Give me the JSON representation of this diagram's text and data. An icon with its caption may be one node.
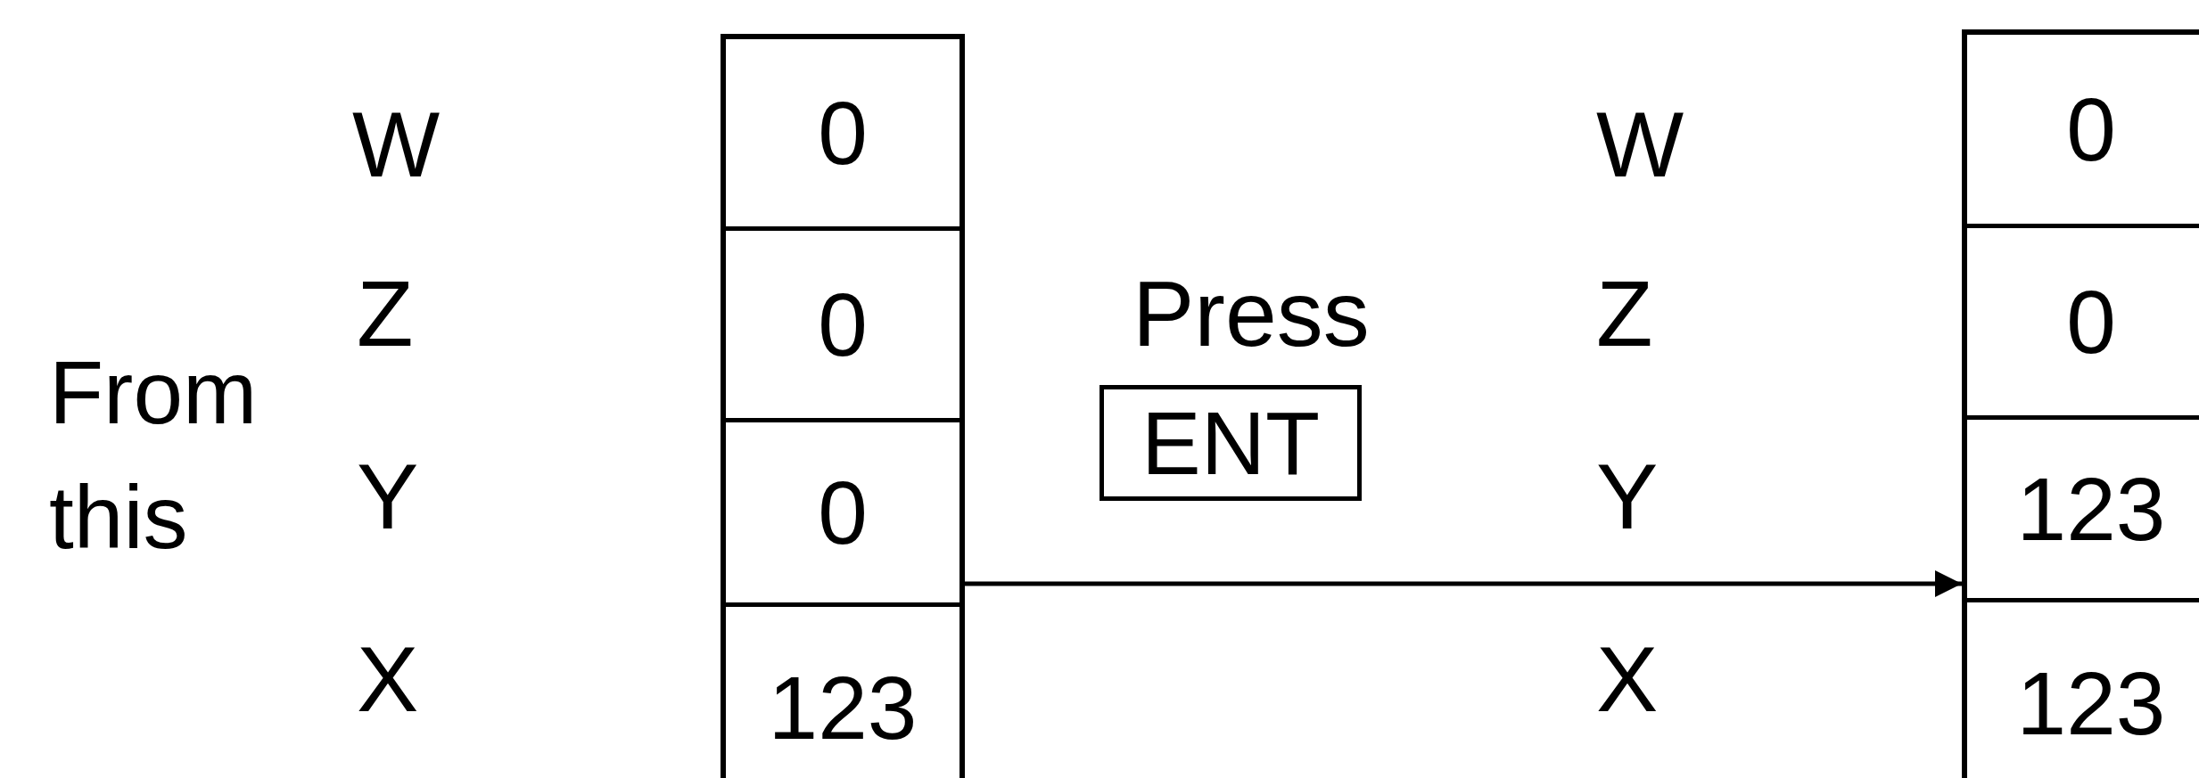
{
  "diagram": {
    "nodes": [
      {
        "text": [],
        "shape": "box"
      },
      {
        "text": [
          "0"
        ],
        "in": 0
      },
      {
        "text": [
          "0"
        ],
        "in": 0
      },
      {
        "text": [
          "0"
        ],
        "in": 0
      },
      {
        "text": [
          "123"
        ],
        "in": 0
      },
      {
        "text": [],
        "shape": "box"
      },
      {
        "text": [
          "0"
        ],
        "in": 5
      },
      {
        "text": [
          "0"
        ],
        "in": 5
      },
      {
        "text": [
          "123"
        ],
        "in": 5
      },
      {
        "text": [
          "123"
        ],
        "in": 5
      },
      {
        "text": [
          "ENT"
        ]
      }
    ],
    "edges": [
      {
        "from": 0,
        "to": 5,
        "arrow": "to"
      }
    ],
    "labels": [
      "From this",
      "W",
      "Z",
      "Y",
      "X",
      "Press",
      "W",
      "Z",
      "Y",
      "X"
    ]
  }
}
